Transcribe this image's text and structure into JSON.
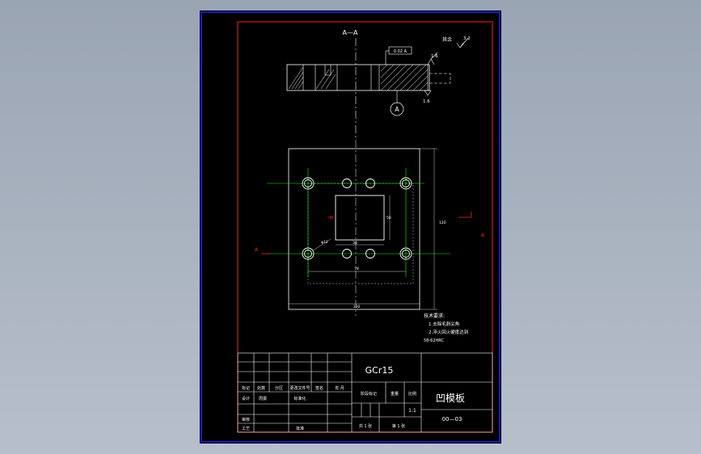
{
  "section_label": "A—A",
  "roughness_label": "其余",
  "roughness_value": "3.2",
  "surface_mark_1": "1.6",
  "surface_mark_2": "1.6",
  "tolerance_frame": "0.02 A",
  "datum_letter": "A",
  "section_mark_left": "A",
  "section_mark_right": "A",
  "dim_left_width": "78",
  "dim_right_height": "120",
  "dim_small_height": "50",
  "dim_small_width": "38",
  "dim_bottom_width": "120",
  "dim_circle": "φ12",
  "tech_req_title": "技术要求:",
  "tech_req_1": "1.去除毛刺尖角",
  "tech_req_2": "2.淬火回火硬度达到",
  "tech_req_3": "58-62HRC",
  "material": "GCr15",
  "part_name": "凹模板",
  "drawing_no": "00—03",
  "scale": "1:1",
  "sheet_total": "共 1 张",
  "sheet_index": "第 1 张",
  "stage_mark_label": "阶段标记",
  "weight_label": "重量",
  "scale_label": "比例",
  "mark_label": "标记",
  "count_label": "处数",
  "zone_label": "分区",
  "change_doc_label": "更改文件号",
  "signature_label": "签名",
  "date_label": "年 月",
  "design_label": "设计",
  "design_name": "周振",
  "standard_label": "标准化",
  "review_label": "审核",
  "process_label": "工艺",
  "approve_label": "批准",
  "colors": {
    "frame": "#ff0000",
    "line": "#ffffff",
    "center": "#00ff00",
    "border": "#0000ff"
  }
}
